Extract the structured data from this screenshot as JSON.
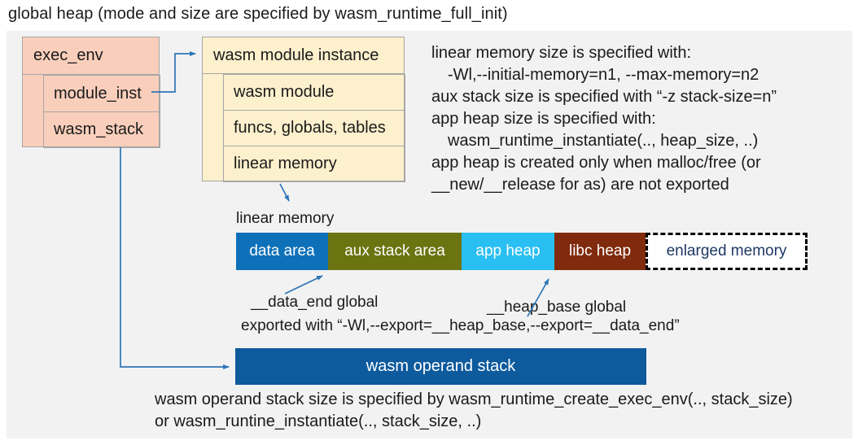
{
  "title": "global heap (mode and size are specified by wasm_runtime_full_init)",
  "exec_box": {
    "header": "exec_env",
    "rows": [
      "module_inst",
      "wasm_stack"
    ]
  },
  "module_box": {
    "header": "wasm module instance",
    "rows": [
      "wasm module",
      "funcs, globals, tables",
      "linear memory"
    ]
  },
  "notes": {
    "lines": [
      "linear memory size is specified with:",
      "-Wl,--initial-memory=n1, --max-memory=n2",
      "aux stack size is specified with “-z stack-size=n”",
      "app heap size is specified with:",
      "wasm_runtime_instantiate(.., heap_size, ..)",
      "app heap is created only when malloc/free (or",
      "__new/__release for as) are not exported"
    ]
  },
  "linear_memory": {
    "label": "linear memory",
    "segments": [
      {
        "label": "data area",
        "color": "#0e70b8"
      },
      {
        "label": "aux stack area",
        "color": "#6b7410"
      },
      {
        "label": "app heap",
        "color": "#29bff2"
      },
      {
        "label": "libc heap",
        "color": "#802b0d"
      },
      {
        "label": "enlarged memory",
        "color": "#ffffff"
      }
    ],
    "data_end_label": "__data_end global",
    "heap_base_label": "__heap_base global",
    "export_note": "exported with “-Wl,--export=__heap_base,--export=__data_end”"
  },
  "operand_stack": {
    "label": "wasm operand stack",
    "color": "#0d5a9d",
    "note_lines": [
      "wasm operand stack size is specified by wasm_runtime_create_exec_env(.., stack_size)",
      "or wasm_runtine_instantiate(.., stack_size, ..)"
    ]
  },
  "colors": {
    "panel_bg": "#f2f2f2",
    "exec_box_fill": "#f9cfbc",
    "module_box_fill": "#fdf0cd",
    "box_border": "#a6a6a6",
    "arrow": "#2e75b6",
    "enlarged_text": "#1f3864",
    "enlarged_border": "#000000",
    "text": "#1a1a1a"
  }
}
